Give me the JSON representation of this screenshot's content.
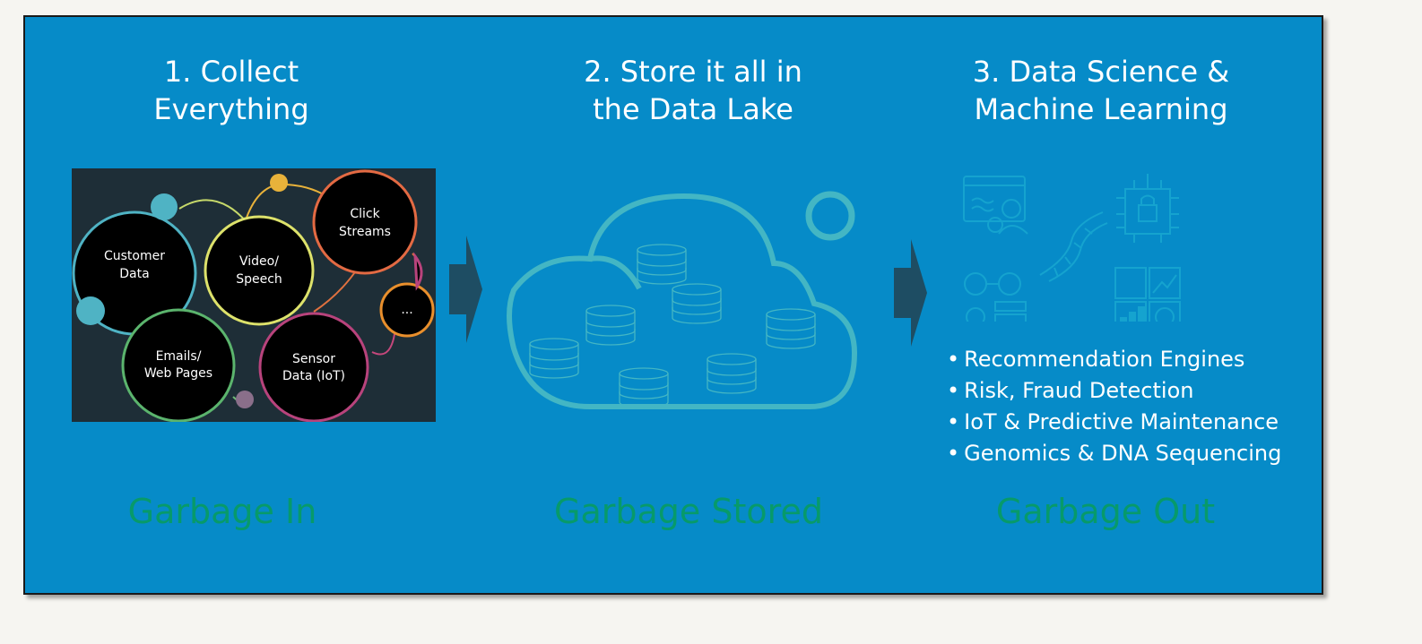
{
  "steps": [
    {
      "heading": "1. Collect\nEverything",
      "footer": "Garbage In"
    },
    {
      "heading": "2. Store it all in\nthe Data Lake",
      "footer": "Garbage Stored"
    },
    {
      "heading": "3. Data Science &\nMachine Learning",
      "footer": "Garbage Out"
    }
  ],
  "bubbles": {
    "customer": [
      "Customer",
      "Data"
    ],
    "video": [
      "Video/",
      "Speech"
    ],
    "click": [
      "Click",
      "Streams"
    ],
    "more": "...",
    "emails": [
      "Emails/",
      "Web Pages"
    ],
    "sensor": [
      "Sensor",
      "Data (IoT)"
    ]
  },
  "use_cases": [
    "Recommendation Engines",
    "Risk, Fraud Detection",
    "IoT & Predictive Maintenance",
    "Genomics & DNA Sequencing"
  ],
  "colors": {
    "panel": "#068bc8",
    "garbage_text": "#079a6a",
    "cloud_stroke": "#43b6c4",
    "arrow": "#1e4d63"
  },
  "icons": [
    "server-icon",
    "database-icon",
    "cloud-icon",
    "presentation-icon",
    "dna-icon",
    "lock-chip-icon",
    "people-network-icon",
    "dashboard-icon"
  ]
}
